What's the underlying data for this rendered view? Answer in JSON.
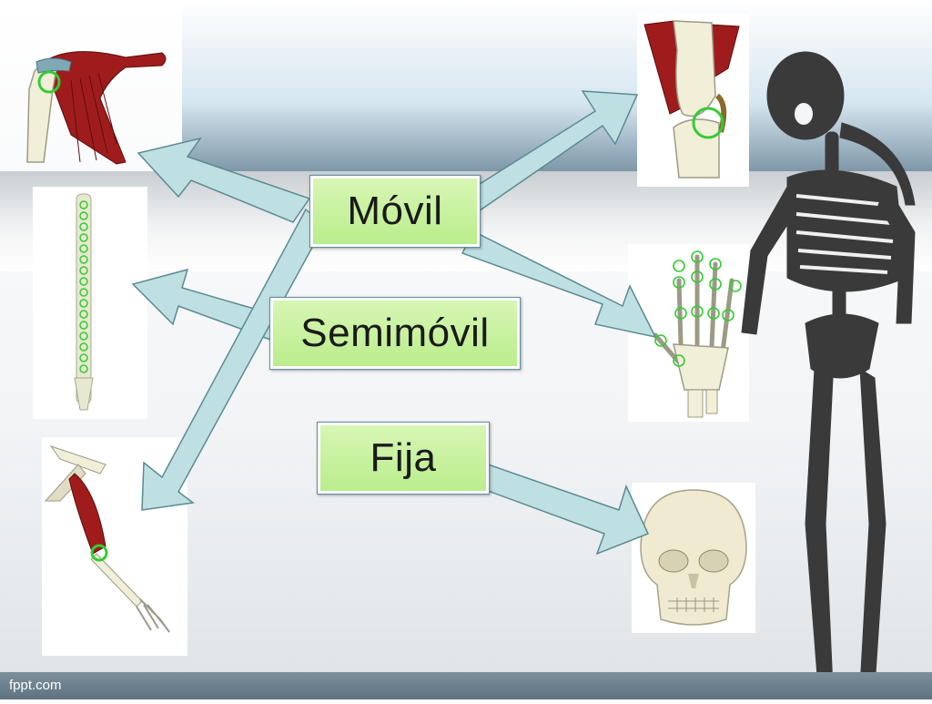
{
  "labels": {
    "movil": "Móvil",
    "semimovil": "Semimóvil",
    "fija": "Fija"
  },
  "footer": {
    "brand": "fppt.com"
  },
  "colors": {
    "label_fill": "#c6f09e",
    "arrow_fill": "#bfe0e3",
    "arrow_stroke": "#5b8a93",
    "joint_marker": "#33cc33",
    "muscle": "#a01c1c",
    "bone": "#f2efd8",
    "skeleton": "#333333"
  },
  "illustrations": [
    {
      "name": "shoulder",
      "icon": "shoulder-joint-icon"
    },
    {
      "name": "spine",
      "icon": "spine-icon"
    },
    {
      "name": "arm",
      "icon": "arm-elbow-icon"
    },
    {
      "name": "knee",
      "icon": "knee-joint-icon"
    },
    {
      "name": "hand",
      "icon": "hand-joints-icon"
    },
    {
      "name": "skull",
      "icon": "skull-icon"
    },
    {
      "name": "skeleton",
      "icon": "skeleton-icon"
    }
  ]
}
